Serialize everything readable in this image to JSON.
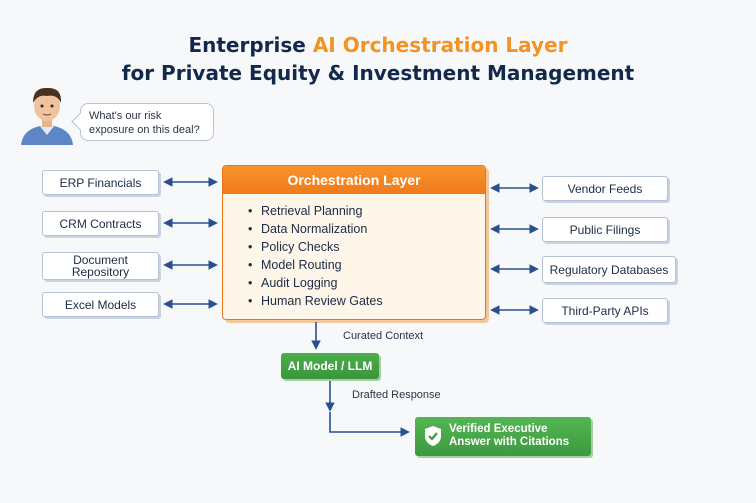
{
  "title": {
    "line1_a": "Enterprise ",
    "line1_b": "AI Orchestration Layer",
    "line2": "for Private Equity & Investment Management"
  },
  "accent_color": "#f29423",
  "user": {
    "question": "What's our risk exposure on this deal?"
  },
  "left_sources": [
    "ERP Financials",
    "CRM Contracts",
    "Document Repository",
    "Excel Models"
  ],
  "right_sources": [
    "Vendor Feeds",
    "Public Filings",
    "Regulatory Databases",
    "Third-Party APIs"
  ],
  "orchestration": {
    "heading": "Orchestration Layer",
    "items": [
      "Retrieval Planning",
      "Data Normalization",
      "Policy Checks",
      "Model Routing",
      "Audit Logging",
      "Human Review Gates"
    ]
  },
  "flow": {
    "curated_label": "Curated Context",
    "model_label": "AI Model / LLM",
    "drafted_label": "Drafted Response",
    "result_line1": "Verified Executive",
    "result_line2": "Answer with Citations"
  }
}
